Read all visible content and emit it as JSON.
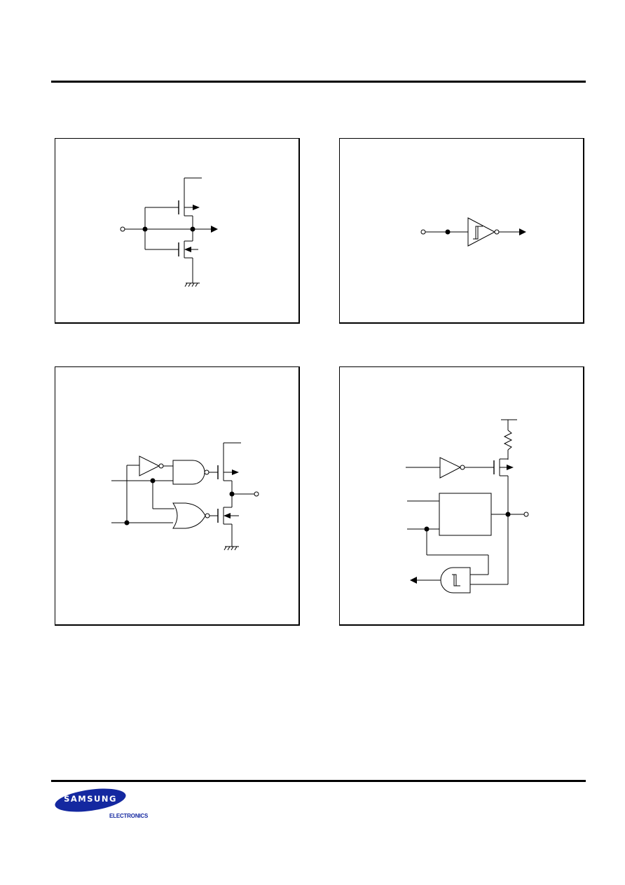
{
  "page": {
    "brand": {
      "logo_icon": "samsung-logo-oval",
      "wordmark": "SAMSUNG",
      "subtitle": "ELECTRONICS",
      "logo_color": "#1428a0"
    },
    "panels": [
      {
        "id": "cmos-inverter",
        "symbols": [
          "pmos-transistor",
          "nmos-transistor",
          "vdd-rail",
          "ground"
        ]
      },
      {
        "id": "schmitt-trigger-inverter",
        "symbols": [
          "schmitt-inverter"
        ]
      },
      {
        "id": "tristate-output",
        "symbols": [
          "inverter",
          "nand-gate",
          "nor-gate",
          "pmos-transistor",
          "nmos-transistor",
          "ground"
        ]
      },
      {
        "id": "open-drain-io",
        "symbols": [
          "inverter",
          "pmos-transistor",
          "pull-up-resistor",
          "block",
          "schmitt-and-gate"
        ]
      }
    ]
  }
}
